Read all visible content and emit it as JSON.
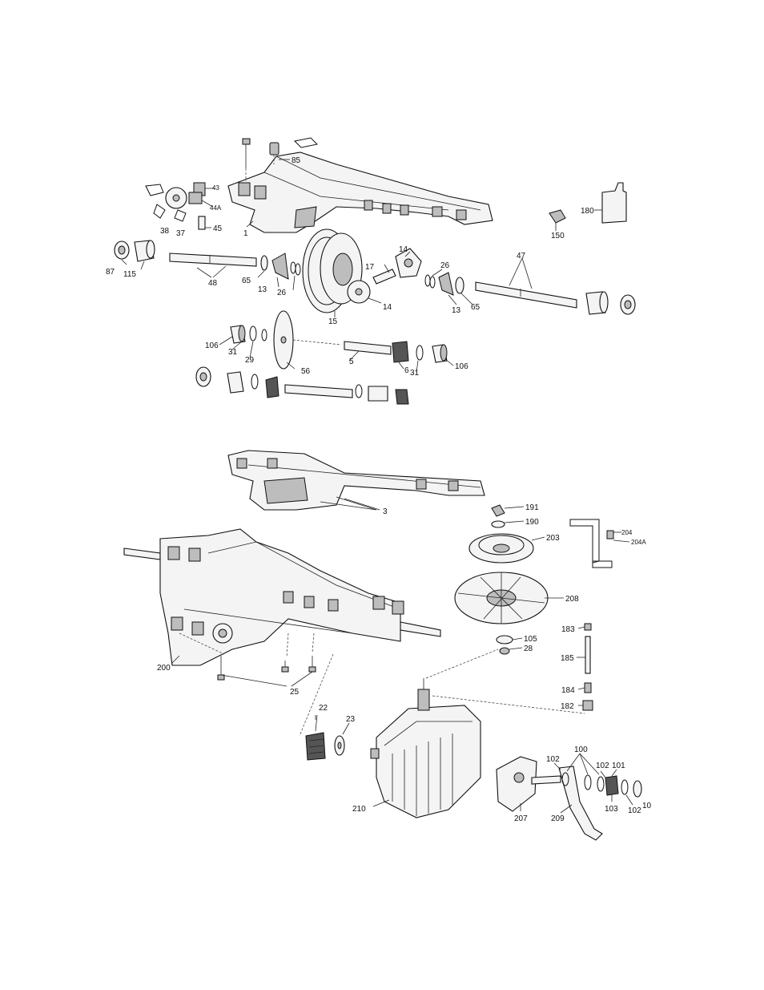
{
  "figure": {
    "type": "exploded parts diagram",
    "top_panel_labels": [
      "85",
      "43",
      "44A",
      "38",
      "37",
      "45",
      "1",
      "150",
      "180",
      "87",
      "115",
      "48",
      "65",
      "13",
      "26",
      "15",
      "17",
      "14",
      "14",
      "26",
      "13",
      "65",
      "47",
      "106",
      "31",
      "29",
      "56",
      "5",
      "6",
      "31",
      "106"
    ],
    "bottom_panel_labels": [
      "3",
      "191",
      "190",
      "203",
      "204",
      "204A",
      "208",
      "105",
      "28",
      "183",
      "185",
      "184",
      "182",
      "200",
      "25",
      "22",
      "23",
      "210",
      "100",
      "102",
      "102",
      "101",
      "103",
      "102",
      "10",
      "207",
      "209"
    ]
  },
  "labels": {
    "l85": "85",
    "l43": "43",
    "l44a": "44A",
    "l38": "38",
    "l37": "37",
    "l45": "45",
    "l1": "1",
    "l150": "150",
    "l180": "180",
    "l87": "87",
    "l115": "115",
    "l48": "48",
    "l65a": "65",
    "l13a": "13",
    "l26a": "26",
    "l15": "15",
    "l17": "17",
    "l14a": "14",
    "l14b": "14",
    "l26b": "26",
    "l13b": "13",
    "l65b": "65",
    "l47": "47",
    "l106a": "106",
    "l31a": "31",
    "l29": "29",
    "l56": "56",
    "l5": "5",
    "l6": "6",
    "l31b": "31",
    "l106b": "106",
    "l3": "3",
    "l191": "191",
    "l190": "190",
    "l203": "203",
    "l204": "204",
    "l204a": "204A",
    "l208": "208",
    "l105": "105",
    "l28": "28",
    "l183": "183",
    "l185": "185",
    "l184": "184",
    "l182": "182",
    "l200": "200",
    "l25": "25",
    "l22": "22",
    "l23": "23",
    "l210": "210",
    "l100": "100",
    "l102a": "102",
    "l102b": "102",
    "l101": "101",
    "l103": "103",
    "l102c": "102",
    "l10": "10",
    "l207": "207",
    "l209": "209"
  }
}
